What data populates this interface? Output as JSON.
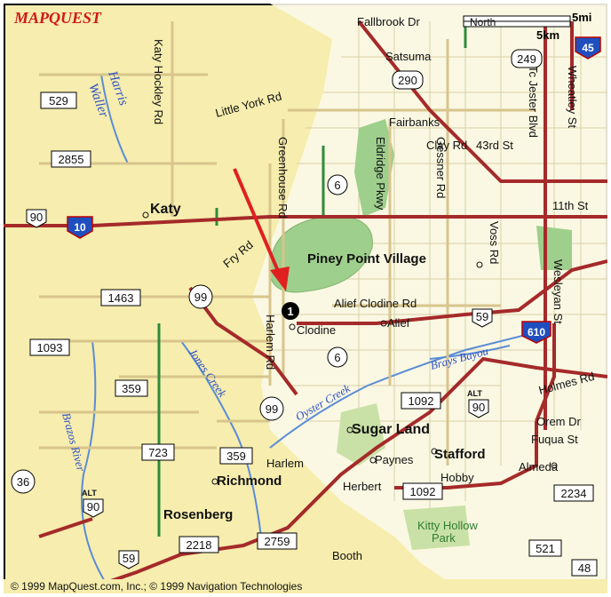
{
  "brand": {
    "logo_text": "MAPQUEST"
  },
  "scale": {
    "mi_label": "5mi",
    "km_label": "5km"
  },
  "copyright": "© 1999 MapQuest.com, Inc.; © 1999 Navigation Technologies",
  "marker": {
    "number": "1"
  },
  "places": {
    "katy": "Katy",
    "piney_point": "Piney Point Village",
    "clodine": "Clodine",
    "alief": "Alief",
    "sugar_land": "Sugar Land",
    "stafford": "Stafford",
    "richmond": "Richmond",
    "rosenberg": "Rosenberg",
    "harlem": "Harlem",
    "paynes": "Paynes",
    "herbert": "Herbert",
    "hobby": "Hobby",
    "almeda": "Almeda",
    "booth": "Booth",
    "satsuma": "Satsuma",
    "fairbanks": "Fairbanks",
    "fallbrook": "Fallbrook Dr",
    "orem": "Orem Dr",
    "fuqua": "Fuqua St",
    "north": "North"
  },
  "roads": {
    "katy_hockley": "Katy Hockley Rd",
    "little_york": "Little York Rd",
    "greenhouse": "Greenhouse Rd",
    "eldridge": "Eldridge Pkwy",
    "gessner": "Gessner Rd",
    "voss": "Voss Rd",
    "tc_jester": "Tc Jester Blvd",
    "wheatley": "Wheatley St",
    "clay": "Clay Rd",
    "st43": "43rd St",
    "st11": "11th St",
    "fry": "Fry Rd",
    "alief_clodine": "Alief Clodine Rd",
    "harlem_rd": "Harlem Rd",
    "wesleyan": "Wesleyan St",
    "holmes": "Holmes Rd"
  },
  "water": {
    "harris": "Harris",
    "waller": "Waller",
    "jones": "Jones Creek",
    "brazos": "Brazos River",
    "oyster": "Oyster Creek",
    "brays": "Brays Bayou"
  },
  "parks": {
    "kitty": "Kitty Hollow",
    "park": "Park"
  },
  "shields": {
    "s529": "529",
    "s2855": "2855",
    "s290": "290",
    "s249": "249",
    "s6a": "6",
    "s6b": "6",
    "s1463": "1463",
    "s99a": "99",
    "s99b": "99",
    "s1093": "1093",
    "s359a": "359",
    "s723": "723",
    "s359b": "359",
    "s36": "36",
    "s59a": "59",
    "s59b": "59",
    "s1092a": "1092",
    "s90b": "90",
    "s1092b": "1092",
    "s2234": "2234",
    "s521": "521",
    "s48": "48",
    "s2218": "2218",
    "s2759": "2759",
    "s90a": "90",
    "s90c": "90",
    "alt_a": "ALT",
    "alt_b": "ALT"
  },
  "interstates": {
    "i10": "10",
    "i45": "45",
    "i610": "610"
  },
  "colors": {
    "land": "#f6edae",
    "urban": "#ffffff",
    "water": "#5b8cd6",
    "park": "#9ecf8c",
    "highway": "#a52a2a",
    "road": "#d8c58c",
    "marker_arrow": "#e02020",
    "interstate": "#1f4fbf"
  }
}
